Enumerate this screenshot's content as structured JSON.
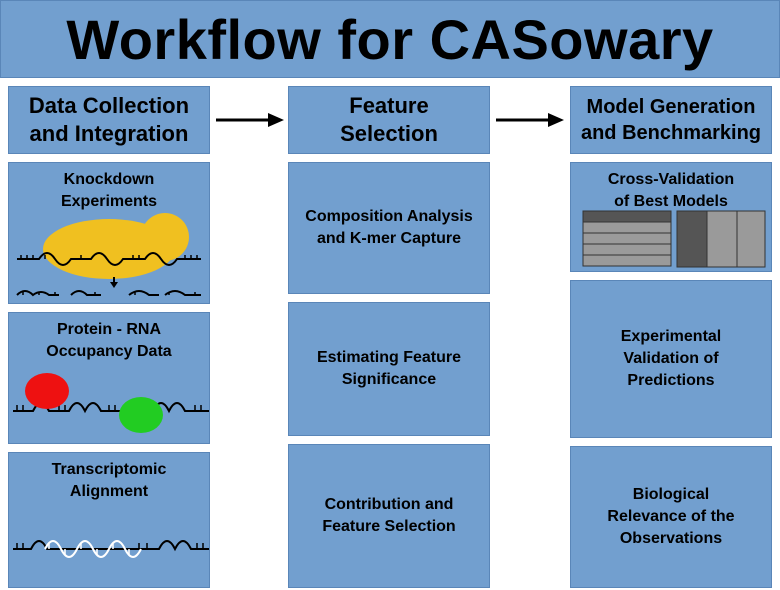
{
  "title": "Workflow for CASowary",
  "columns": [
    {
      "header": "Data Collection\nand Integration",
      "boxes": [
        "Knockdown\nExperiments",
        "Protein - RNA\nOccupancy Data",
        "Transcriptomic\nAlignment"
      ]
    },
    {
      "header": "Feature\nSelection",
      "boxes": [
        "Composition Analysis\nand K-mer Capture",
        "Estimating Feature\nSignificance",
        "Contribution and\nFeature Selection"
      ]
    },
    {
      "header": "Model Generation\nand Benchmarking",
      "boxes": [
        "Cross-Validation\nof Best Models",
        "Experimental\nValidation of\nPredictions",
        "Biological\nRelevance of the\nObservations"
      ]
    }
  ],
  "colors": {
    "box_fill": "#729fcf",
    "yellow_blob": "#f0c020",
    "red_circle": "#ee1111",
    "green_circle": "#22cc22"
  }
}
